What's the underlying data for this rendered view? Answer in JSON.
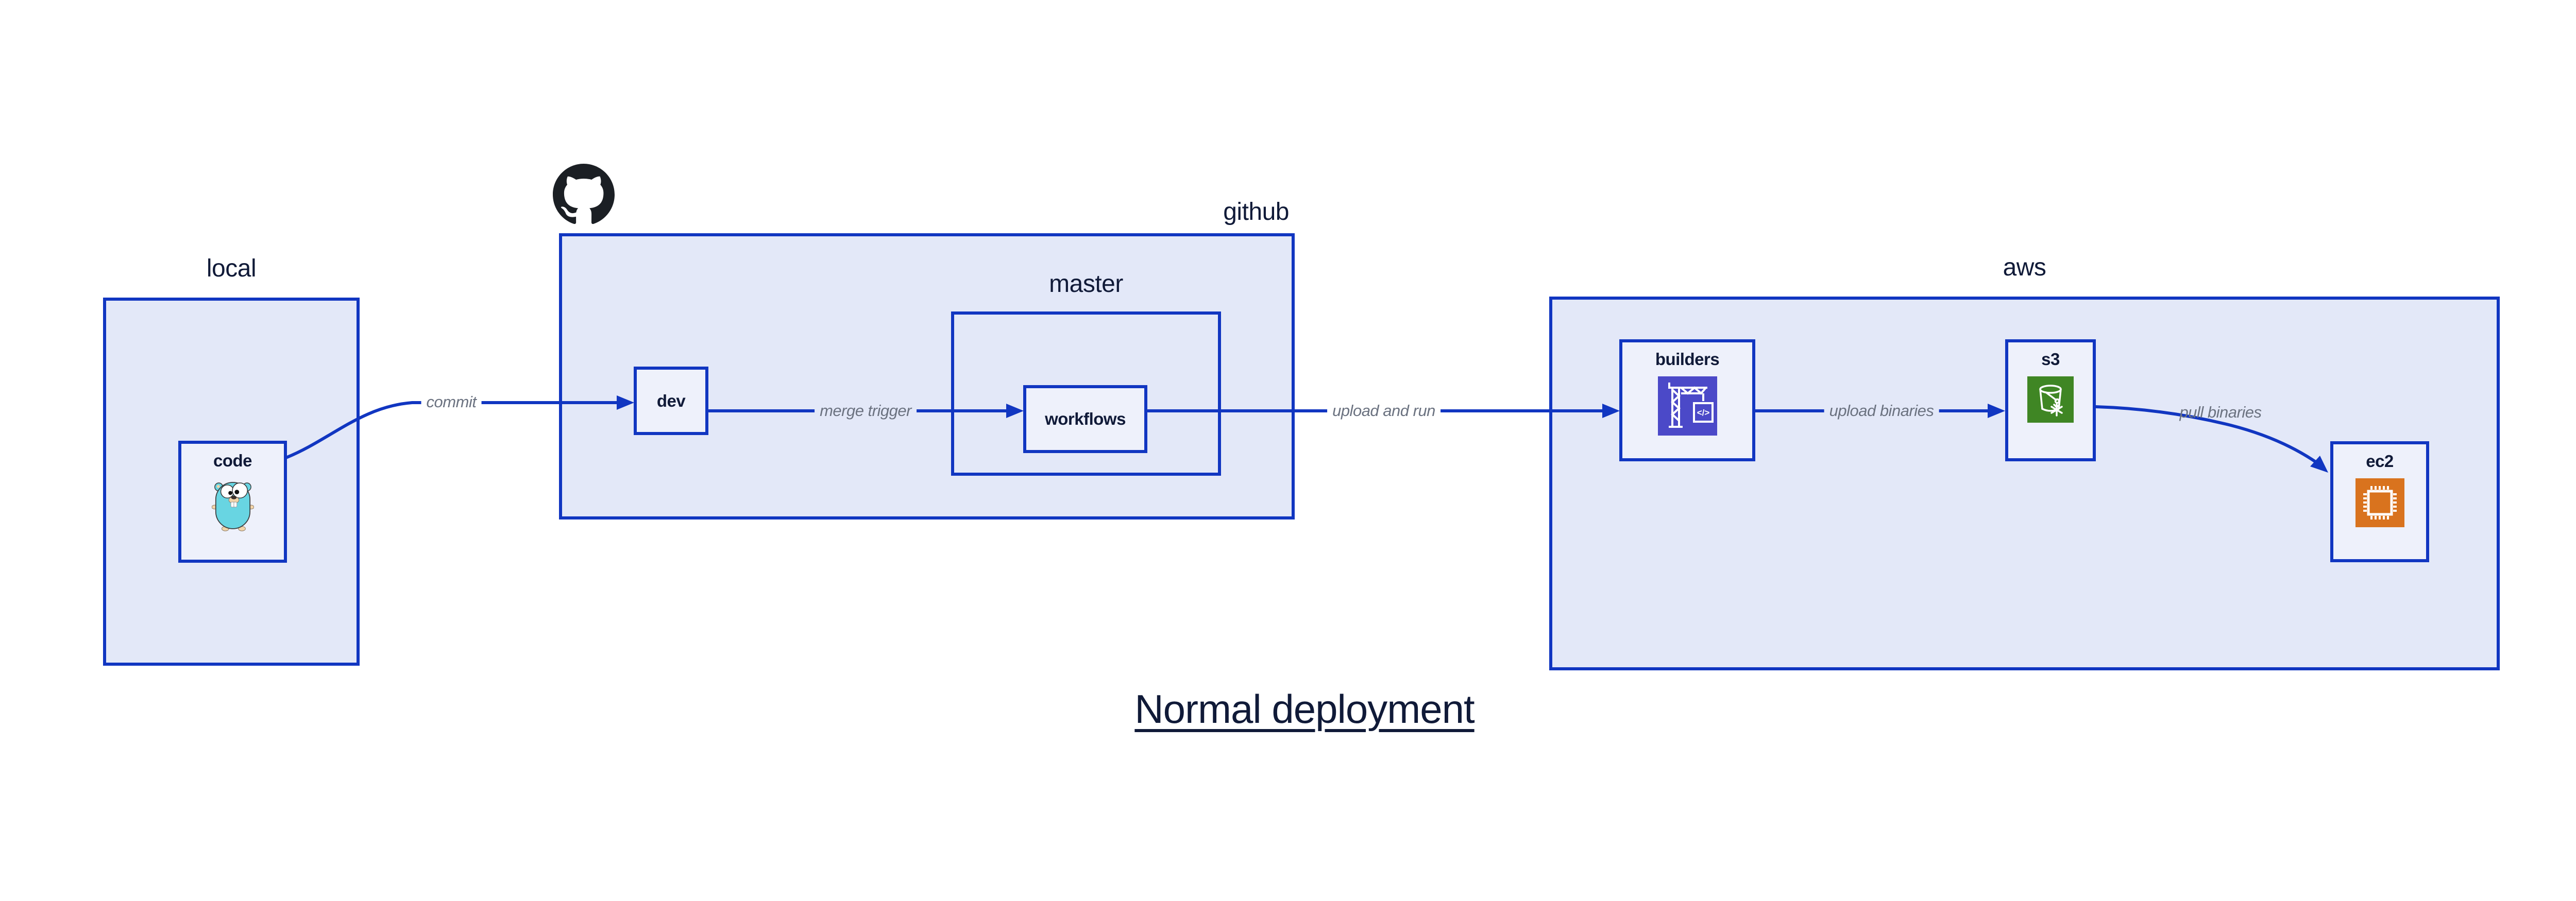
{
  "title": {
    "text": "Normal deployment"
  },
  "groups": {
    "local": {
      "label": "local"
    },
    "github": {
      "label": "github"
    },
    "master": {
      "label": "master"
    },
    "aws": {
      "label": "aws"
    }
  },
  "nodes": {
    "code": {
      "label": "code"
    },
    "dev": {
      "label": "dev"
    },
    "workflows": {
      "label": "workflows"
    },
    "builders": {
      "label": "builders",
      "glyph": "</>"
    },
    "s3": {
      "label": "s3"
    },
    "ec2": {
      "label": "ec2"
    }
  },
  "edges": {
    "commit": {
      "label": "commit"
    },
    "merge_trigger": {
      "label": "merge trigger"
    },
    "upload_and_run": {
      "label": "upload and run"
    },
    "upload_binaries": {
      "label": "upload binaries"
    },
    "pull_binaries": {
      "label": "pull binaries"
    }
  },
  "icons": {
    "octocat": "github-octocat-icon",
    "gopher": "go-gopher-icon",
    "builders": "codebuild-crane-icon",
    "s3": "s3-glacier-bucket-icon",
    "ec2": "ec2-chip-icon"
  },
  "colors": {
    "accent-blue": "#1136c1",
    "group-fill": "#e3e8f8",
    "node-fill": "#eef1fb",
    "dark-text": "#101a38",
    "edge-label": "#6b7280",
    "octocat-black": "#1b1f24",
    "builders-bg": "#4b49c8",
    "s3-bg": "#3f8624",
    "ec2-bg": "#d9731e",
    "gopher-teal": "#68d5e2"
  }
}
